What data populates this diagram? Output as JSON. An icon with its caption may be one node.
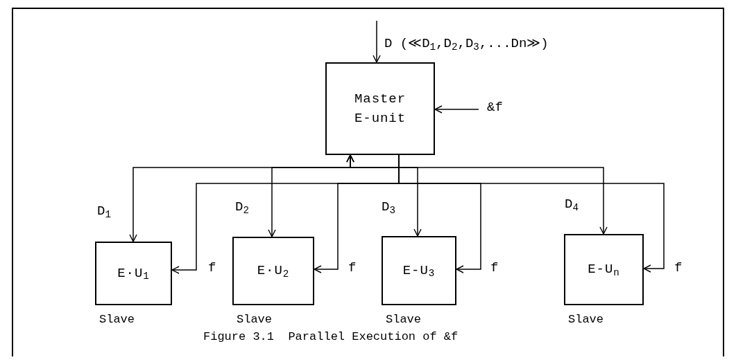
{
  "diagram": {
    "caption": "Figure 3.1  Parallel Execution of &f",
    "nodes": [
      {
        "text": [
          "Master E-unit"
        ]
      },
      {
        "text": [
          "E·U$_{1}$"
        ],
        "beside": [
          "Slave"
        ]
      },
      {
        "text": [
          "E·U$_{2}$"
        ],
        "beside": [
          "Slave"
        ]
      },
      {
        "text": [
          "E-U$_{3}$"
        ],
        "beside": [
          "Slave"
        ]
      },
      {
        "text": [
          "E-U$_{n}$"
        ],
        "beside": [
          "Slave"
        ]
      }
    ],
    "edges": [
      {
        "from": null,
        "to": 0,
        "arrow": "to",
        "label": "D (≪D$_{1}$,D$_{2}$,D$_{3}$,...Dn≫)"
      },
      {
        "from": null,
        "to": 0,
        "arrow": "to",
        "label": "&f"
      },
      {
        "from": 0,
        "to": 1,
        "arrow": "both",
        "label": "D$_{1}$"
      },
      {
        "from": 0,
        "to": 2,
        "arrow": "both",
        "label": "D$_{2}$"
      },
      {
        "from": 0,
        "to": 3,
        "arrow": "both",
        "label": "D$_{3}$"
      },
      {
        "from": 0,
        "to": 4,
        "arrow": "both",
        "label": "D$_{4}$"
      },
      {
        "from": 0,
        "to": 1,
        "arrow": "to",
        "label": "f"
      },
      {
        "from": 0,
        "to": 2,
        "arrow": "to",
        "label": "f"
      },
      {
        "from": 0,
        "to": 3,
        "arrow": "to",
        "label": "f"
      },
      {
        "from": 0,
        "to": 4,
        "arrow": "to",
        "label": "f"
      }
    ]
  }
}
